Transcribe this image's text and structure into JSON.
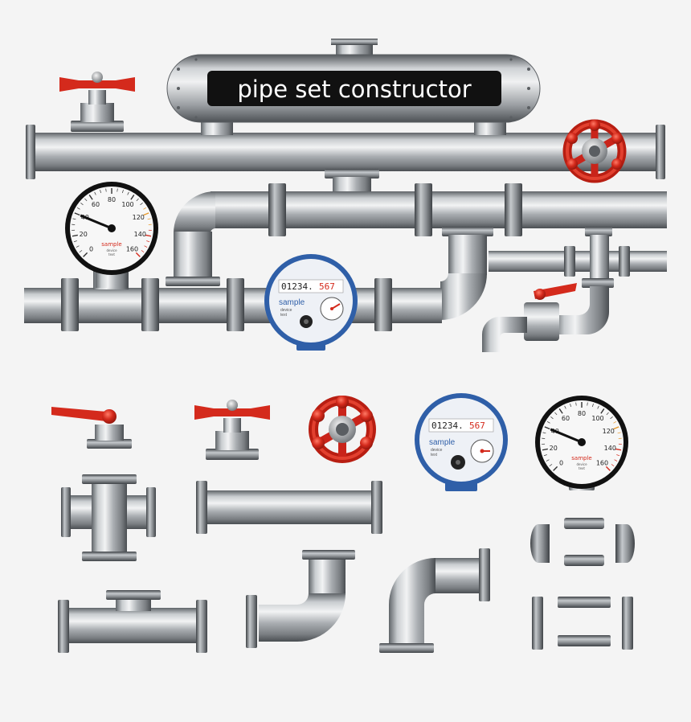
{
  "title": "pipe set constructor",
  "colors": {
    "background": "#f4f4f4",
    "steel_dark": "#6e7276",
    "steel_light": "#e6e8ea",
    "valve_red": "#d42a1c",
    "meter_blue": "#2f5fa8",
    "gauge_ring": "#111111",
    "label_panel": "#111111"
  },
  "pressure_gauge": {
    "ticks": [
      "0",
      "20",
      "40",
      "60",
      "80",
      "100",
      "120",
      "140",
      "160"
    ],
    "brand": "sample",
    "caption_line1": "device",
    "caption_line2": "text",
    "needle_value": 40
  },
  "water_meter": {
    "digits_black": "01234.",
    "digits_red": "567",
    "brand": "sample",
    "caption_line1": "device",
    "caption_line2": "text"
  }
}
